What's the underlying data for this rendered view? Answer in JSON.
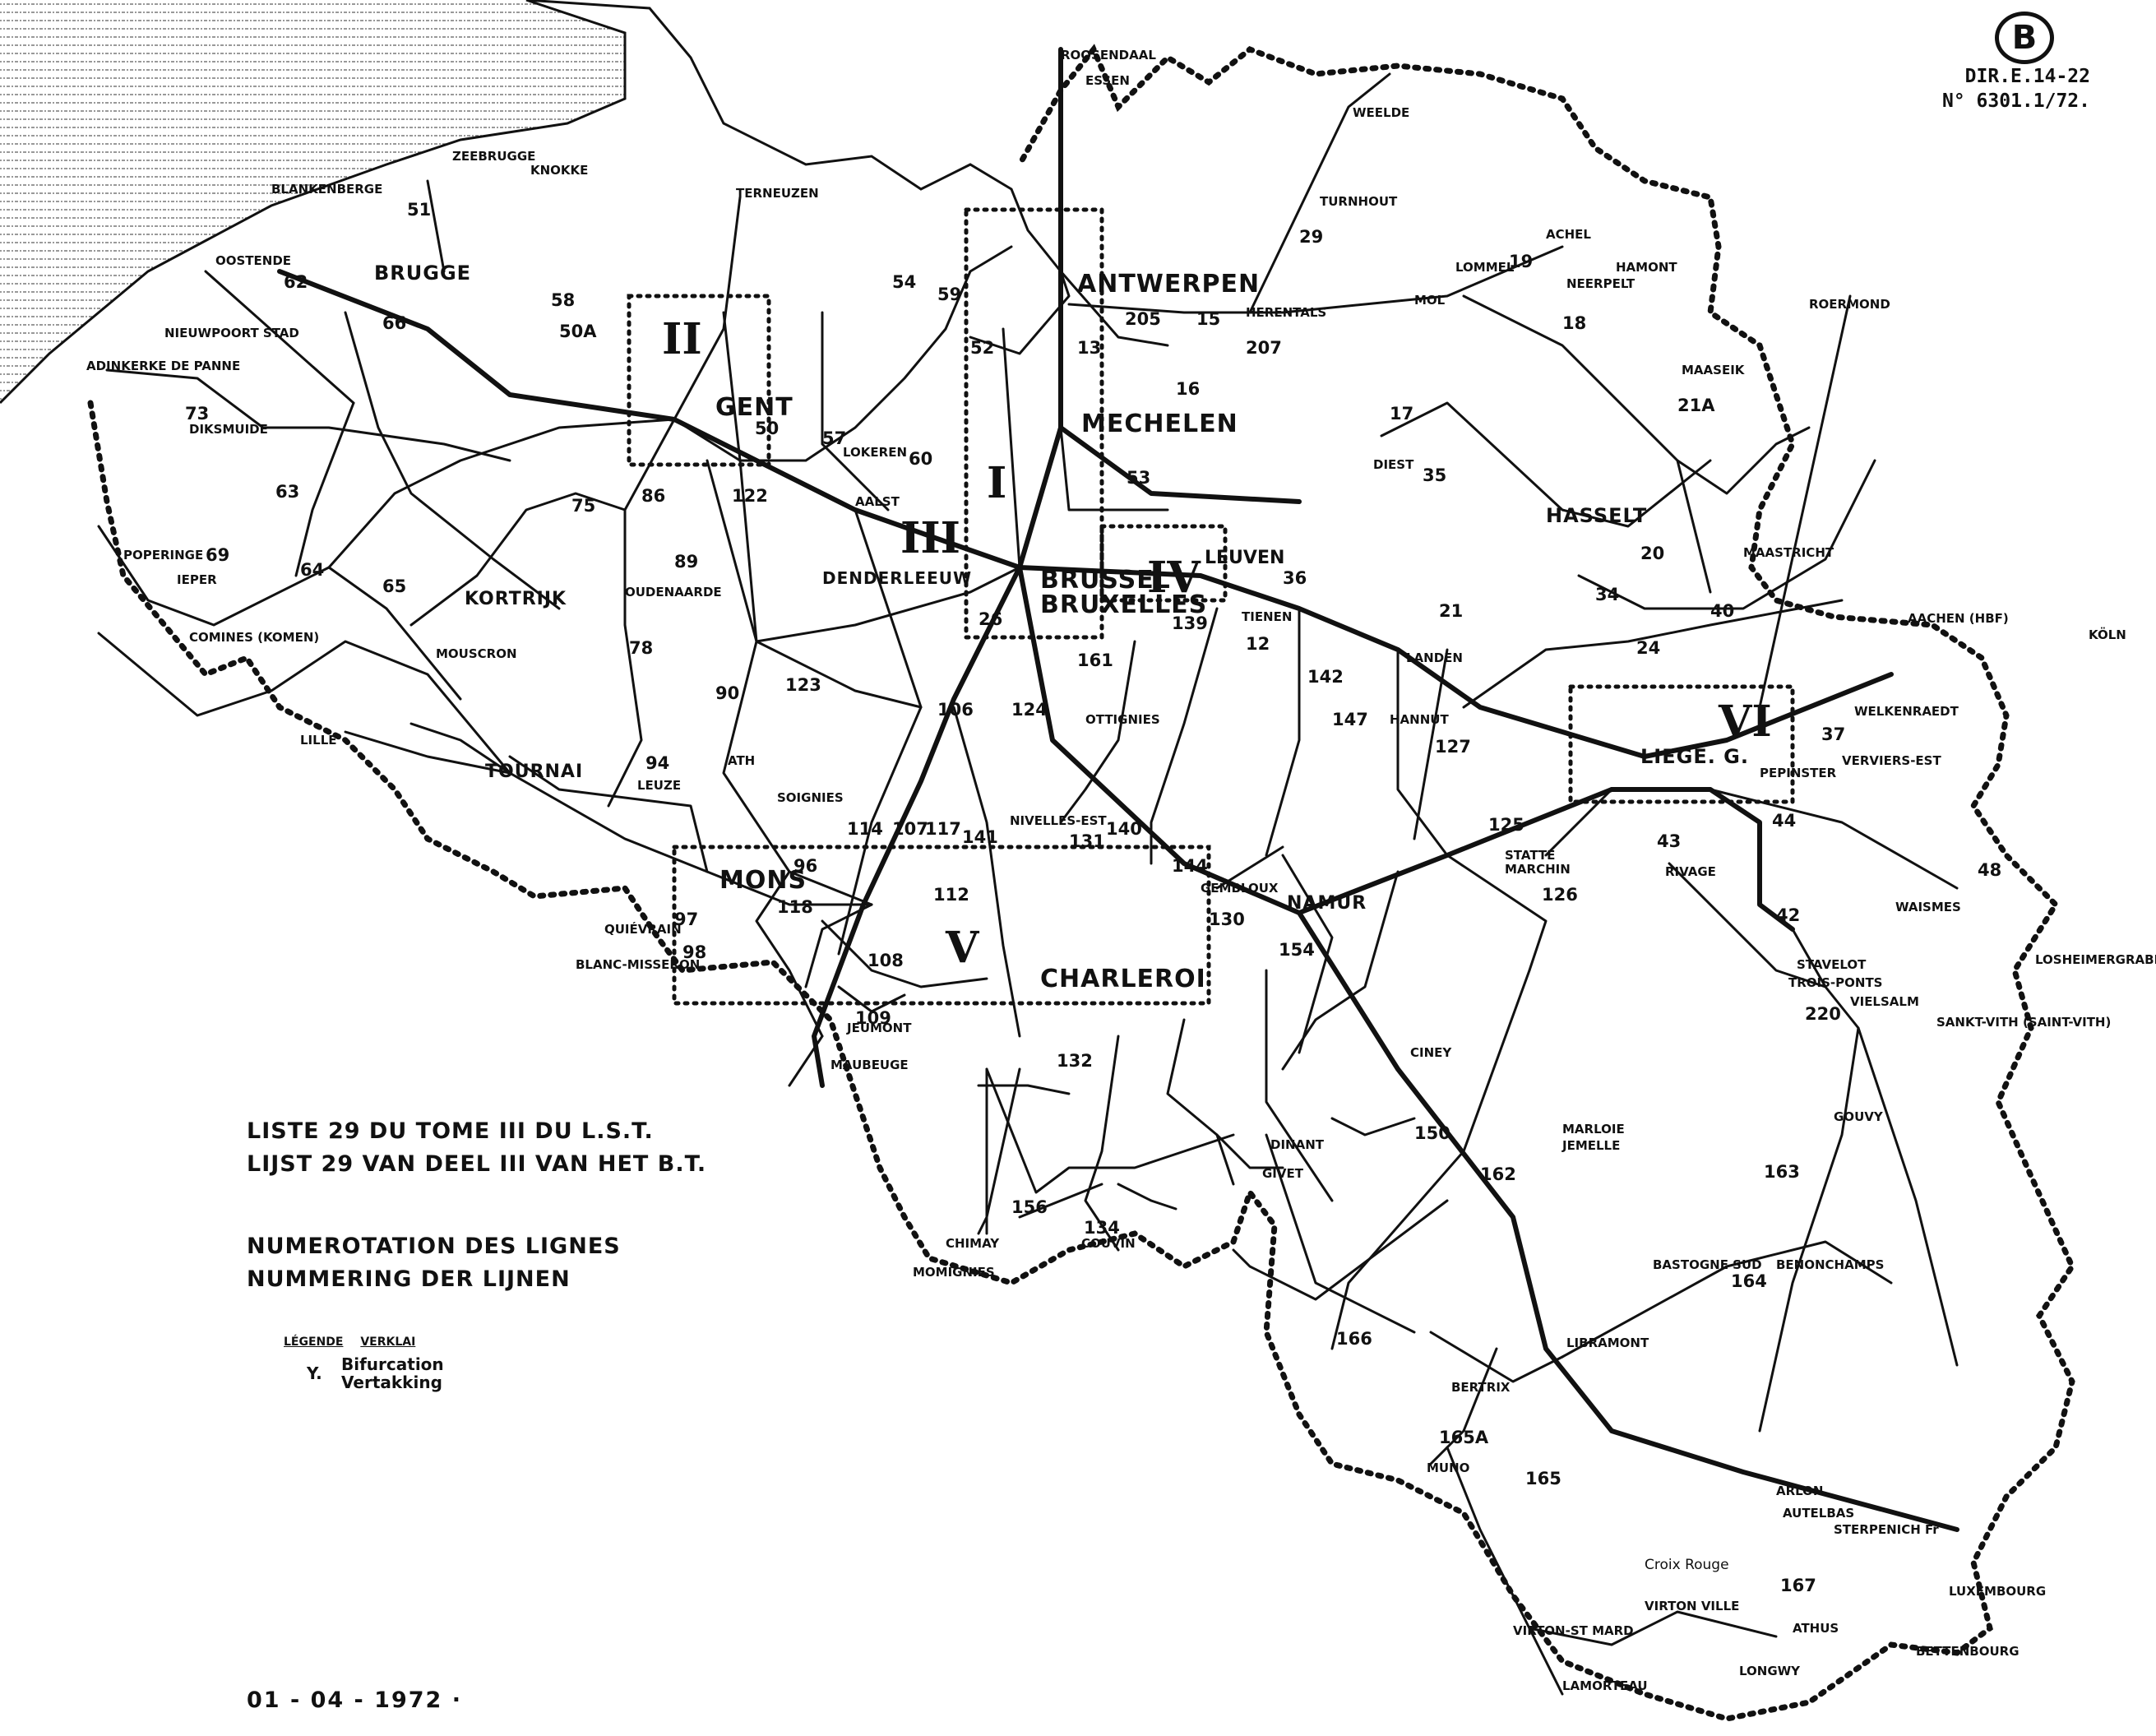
{
  "header": {
    "logo_letter": "B",
    "ref_line_1": "DIR.E.14-22",
    "ref_line_2": "N° 6301.1/72."
  },
  "titles": {
    "fr_list": "LISTE 29 DU TOME III DU L.S.T.",
    "nl_list": "LIJST 29 VAN DEEL III VAN HET B.T.",
    "fr_title": "NUMEROTATION DES LIGNES",
    "nl_title": "NUMMERING DER LIJNEN"
  },
  "legend": {
    "header_fr": "LÉGENDE",
    "header_nl": "VERKLAI",
    "symbol": "Y.",
    "text_fr": "Bifurcation",
    "text_nl": "Vertakking"
  },
  "date": "01 - 04 - 1972 ·",
  "zones": [
    "I",
    "II",
    "III",
    "IV",
    "V",
    "VI"
  ],
  "cities": [
    "ANTWERPEN",
    "MECHELEN",
    "BRUSSEL",
    "BRUXELLES",
    "GENT",
    "LEUVEN",
    "LIEGE. G.",
    "NAMUR",
    "CHARLEROI",
    "MONS",
    "HASSELT",
    "BRUGGE",
    "TOURNAI",
    "KORTRIJK"
  ],
  "stations": [
    "ROOSENDAAL",
    "ESSEN",
    "OOSTENDE",
    "BLANKENBERGE",
    "ZEEBRUGGE",
    "KNOKKE",
    "TERNEUZEN",
    "NIEUWPOORT STAD",
    "ADINKERKE DE PANNE",
    "DIKSMUIDE",
    "POPERINGE",
    "IEPER",
    "COMINES (KOMEN)",
    "LILLE",
    "MOUSCRON",
    "OUDENAARDE",
    "DENDERLEEUW",
    "AALST",
    "LOKEREN",
    "HERENTALS",
    "TURNHOUT",
    "WEELDE",
    "MOL",
    "LOMMEL",
    "NEERPELT",
    "HAMONT",
    "ACHEL",
    "ROERMOND",
    "MAASEIK",
    "DIEST",
    "TIENEN",
    "LANDEN",
    "HANNUT",
    "GEMBLOUX",
    "OTTIGNIES",
    "NIVELLES-EST",
    "ATH",
    "LEUZE",
    "SOIGNIES",
    "QUIÉVRAIN",
    "BLANC-MISSERON",
    "MAUBEUGE",
    "JEUMONT",
    "CHIMAY",
    "MOMIGNIES",
    "COUVIN",
    "GIVET",
    "DINANT",
    "CINEY",
    "MARCHIN",
    "STATTE",
    "MAASTRICHT",
    "AACHEN (HBF)",
    "KÖLN",
    "WELKENRAEDT",
    "VERVIERS-EST",
    "PEPINSTER",
    "RIVAGE",
    "TROIS-PONTS",
    "STAVELOT",
    "VIELSALM",
    "GOUVY",
    "SANKT-VITH (SAINT-VITH)",
    "WAISMES",
    "LOSHEIMERGRABEN",
    "MARLOIE",
    "JEMELLE",
    "LIBRAMONT",
    "BASTOGNE SUD",
    "BENONCHAMPS",
    "BERTRIX",
    "MUNO",
    "ARLON",
    "AUTELBAS",
    "STERPENICH Fr",
    "LUXEMBOURG",
    "ATHUS",
    "BETTENBOURG",
    "LONGWY",
    "VIRTON VILLE",
    "VIRTON-ST MARD",
    "LAMORTEAU",
    "Croix Rouge"
  ],
  "line_numbers": [
    "12",
    "13",
    "15",
    "16",
    "17",
    "18",
    "19",
    "20",
    "21",
    "21A",
    "24",
    "26",
    "29",
    "34",
    "35",
    "36",
    "37",
    "40",
    "42",
    "43",
    "44",
    "48",
    "50",
    "50A",
    "51",
    "52",
    "53",
    "54",
    "57",
    "58",
    "59",
    "60",
    "62",
    "63",
    "64",
    "65",
    "66",
    "69",
    "73",
    "75",
    "78",
    "86",
    "89",
    "90",
    "94",
    "96",
    "97",
    "98",
    "106",
    "107",
    "108",
    "109",
    "112",
    "114",
    "117",
    "118",
    "122",
    "123",
    "124",
    "125",
    "126",
    "127",
    "130",
    "131",
    "132",
    "134",
    "139",
    "140",
    "141",
    "142",
    "144",
    "147",
    "150",
    "154",
    "156",
    "161",
    "162",
    "163",
    "164",
    "165",
    "165A",
    "166",
    "167",
    "205",
    "207",
    "220"
  ]
}
